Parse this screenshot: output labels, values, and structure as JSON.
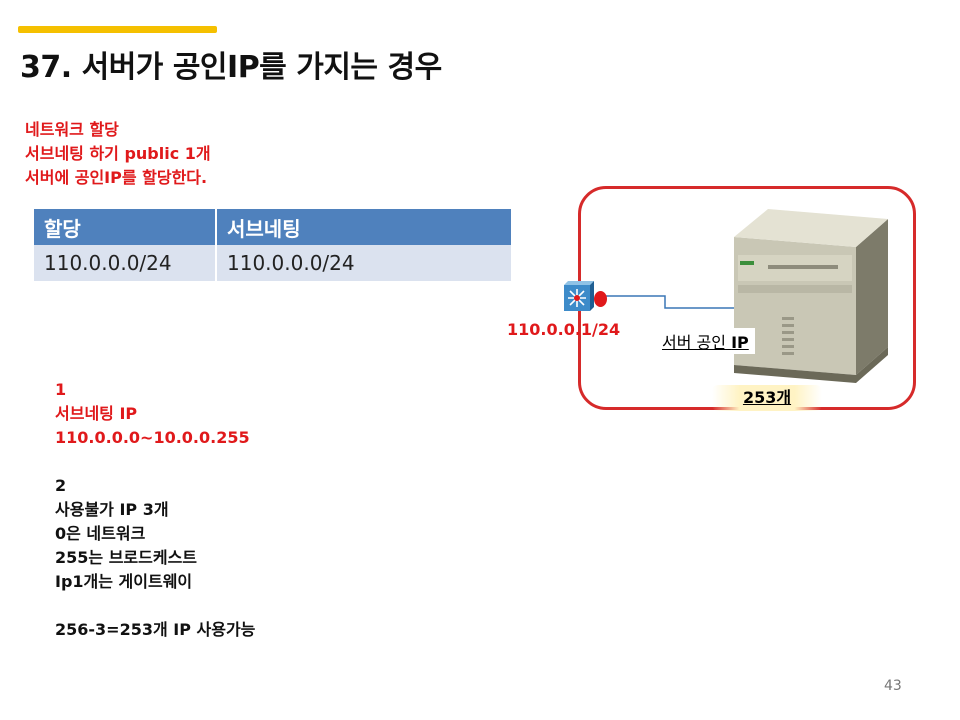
{
  "slide": {
    "title": "37. 서버가 공인IP를 가지는 경우",
    "page_number": "43",
    "accent_color": "#f5c000"
  },
  "red_notes": [
    "네트워크 할당",
    "서브네팅 하기 public 1개",
    "서버에 공인IP를 할당한다."
  ],
  "table": {
    "headers": [
      "할당",
      "서브네팅"
    ],
    "row": [
      "110.0.0.0/24",
      "110.0.0.0/24"
    ],
    "header_color": "#4f81bd",
    "row_color": "#dbe2ef"
  },
  "notes": {
    "red_lines": [
      "1",
      "서브네팅  IP",
      "110.0.0.0~10.0.0.255"
    ],
    "black_lines": [
      "2",
      "사용불가 IP 3개",
      "0은 네트워크",
      "255는 브로드케스트",
      "Ip1개는 게이트웨이",
      "",
      "256-3=253개 IP 사용가능"
    ]
  },
  "diagram": {
    "router_ip": "110.0.0.1/24",
    "server_label_prefix": "서버 공인",
    "server_label_ip": "IP",
    "count_label": "253개",
    "red_color": "#e0191b",
    "line_color": "#3a77b6",
    "box_border_color": "#d62a2a",
    "badge_color": "#fff3c4",
    "icons": {
      "router": "router-icon",
      "server": "server-icon"
    }
  }
}
